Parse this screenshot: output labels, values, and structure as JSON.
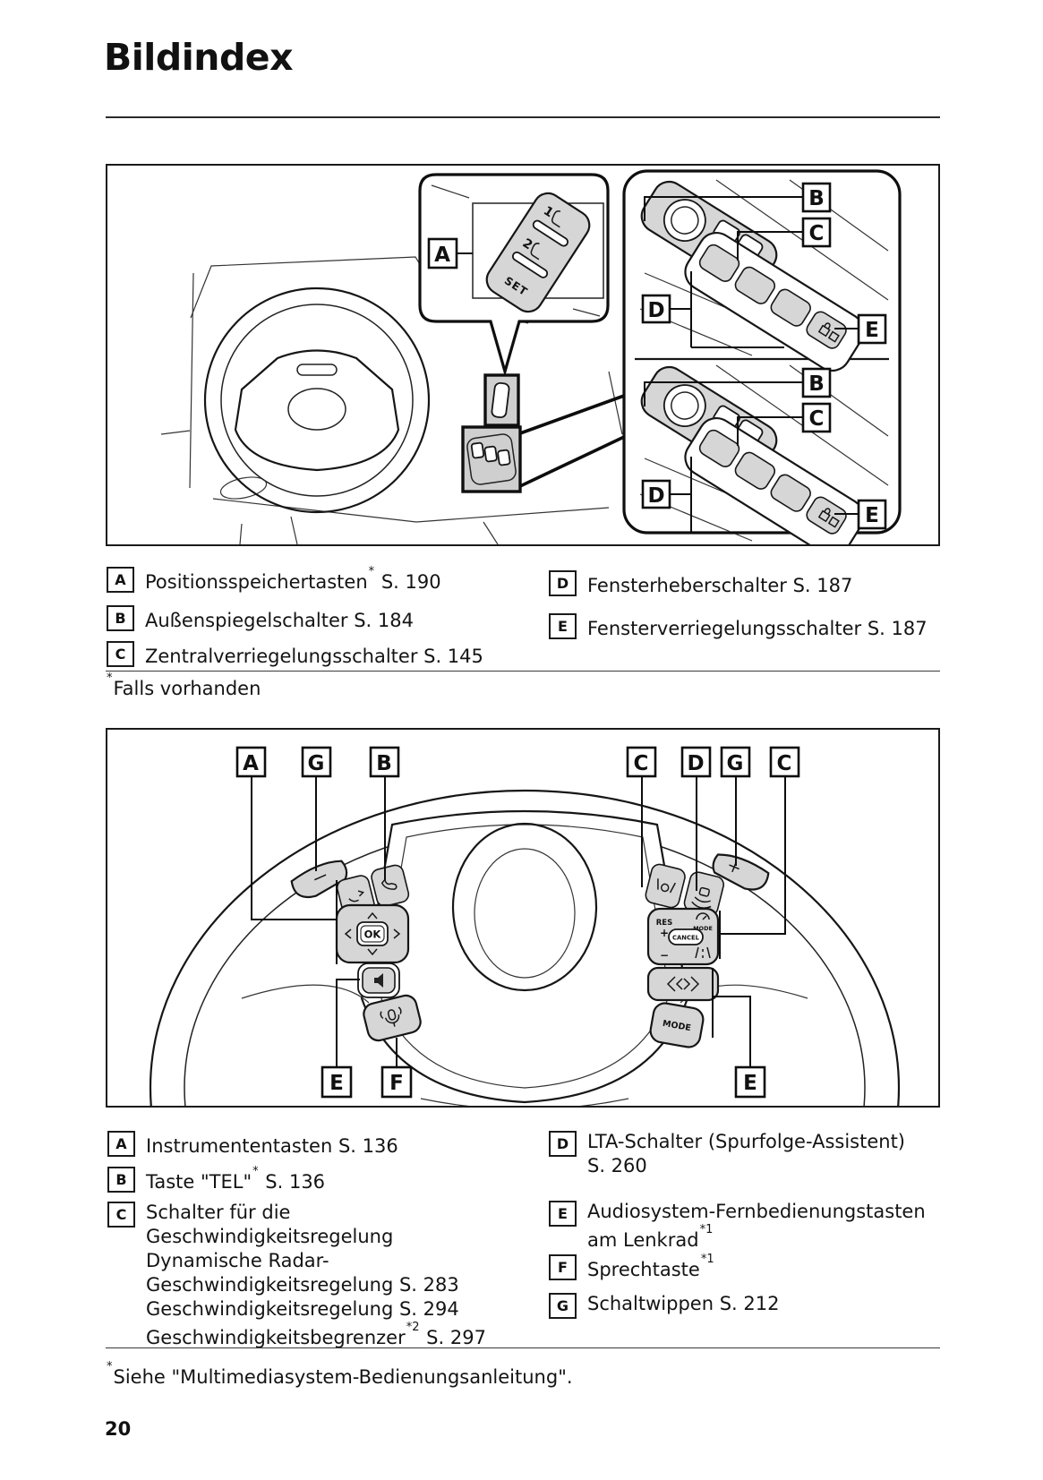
{
  "page": {
    "title": "Bildindex",
    "page_number": "20",
    "availability_note": {
      "sup": "*",
      "text": "Falls vorhanden"
    },
    "footnote": {
      "sup": "*",
      "text": "Siehe \"Multimediasystem-Bedienungsanleitung\"."
    }
  },
  "letters": {
    "a": "A",
    "b": "B",
    "c": "C",
    "d": "D",
    "e": "E",
    "f": "F",
    "g": "G"
  },
  "diagram1": {
    "seat_memory": {
      "btn1": "1",
      "btn2": "2",
      "set": "SET"
    }
  },
  "diagram2": {
    "labels": {
      "paddle_minus": "−",
      "paddle_plus": "+",
      "ok": "OK",
      "res": "RES",
      "res_plus": "+",
      "set_minus": "−",
      "mode_small": "MODE",
      "cancel": "CANCEL",
      "mode": "MODE"
    }
  },
  "legend1": {
    "left": [
      {
        "letter": "A",
        "text": "Positionsspeichertasten",
        "sup": "*",
        "suffix": " S. 190"
      },
      {
        "letter": "B",
        "text": "Außenspiegelschalter S. 184",
        "sup": "",
        "suffix": ""
      },
      {
        "letter": "C",
        "text": "Zentralverriegelungsschalter S. 145",
        "sup": "",
        "suffix": ""
      }
    ],
    "right": [
      {
        "letter": "D",
        "text": "Fensterheberschalter S. 187",
        "sup": "",
        "suffix": ""
      },
      {
        "letter": "E",
        "text": "Fensterverriegelungsschalter S. 187",
        "sup": "",
        "suffix": ""
      }
    ]
  },
  "legend2": {
    "left": {
      "a": {
        "letter": "A",
        "text": "Instrumententasten S. 136",
        "sup": "",
        "suffix": ""
      },
      "b": {
        "letter": "B",
        "text": "Taste \"TEL\"",
        "sup": "*",
        "suffix": " S. 136"
      },
      "c": {
        "letter": "C",
        "line1": "Schalter für die",
        "line2": "Geschwindigkeitsregelung",
        "line3": "Dynamische Radar-",
        "line4": "Geschwindigkeitsregelung S. 283",
        "line5": "Geschwindigkeitsregelung S. 294",
        "line6_text": "Geschwindigkeitsbegrenzer",
        "line6_sup": "*2",
        "line6_suffix": " S. 297"
      }
    },
    "right": {
      "d": {
        "letter": "D",
        "line1": "LTA-Schalter (Spurfolge-Assistent)",
        "line2": "S. 260"
      },
      "e": {
        "letter": "E",
        "line1": "Audiosystem-Fernbedienungstasten",
        "line2_text": "am Lenkrad",
        "line2_sup": "*1"
      },
      "f": {
        "letter": "F",
        "text": "Sprechtaste",
        "sup": "*1"
      },
      "g": {
        "letter": "G",
        "text": "Schaltwippen S. 212"
      }
    }
  }
}
